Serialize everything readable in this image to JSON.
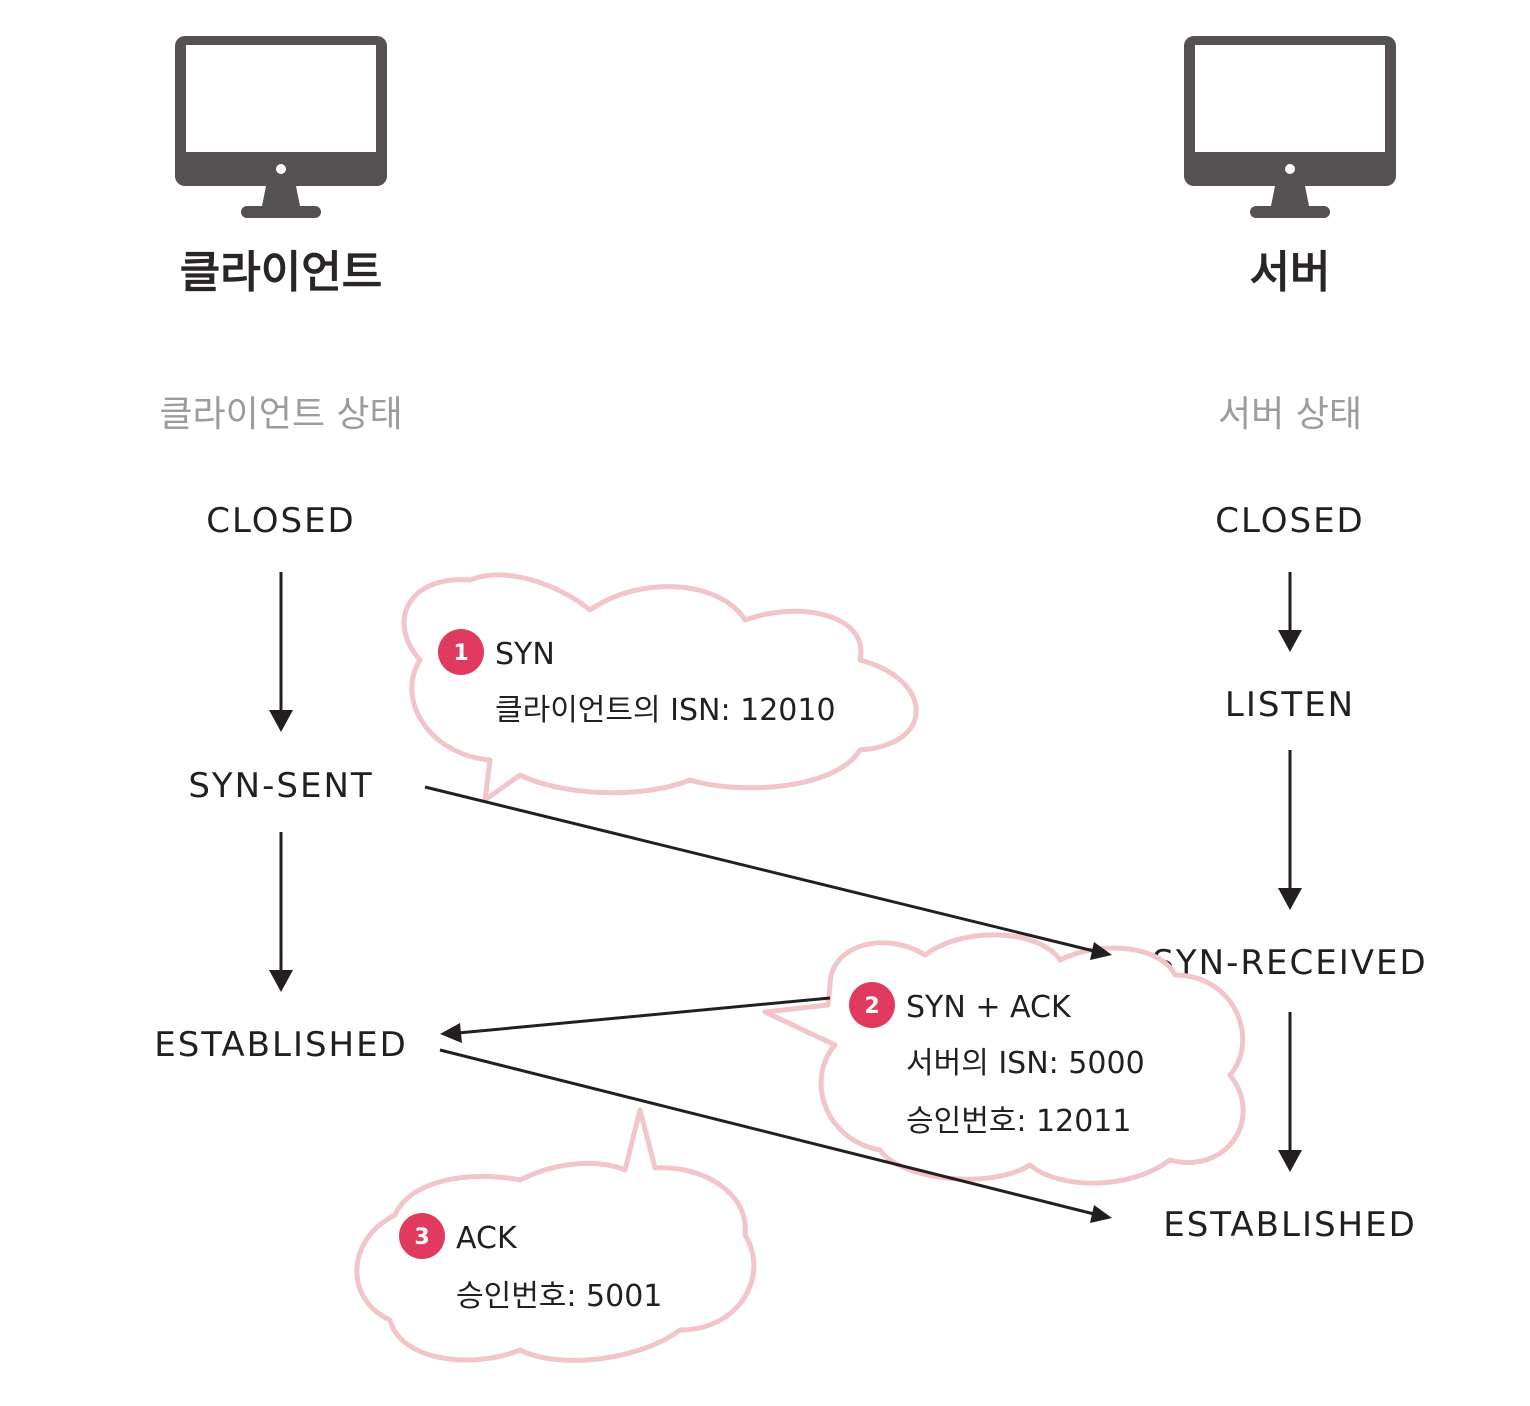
{
  "client": {
    "title": "클라이언트",
    "state_header": "클라이언트 상태",
    "states": [
      "CLOSED",
      "SYN-SENT",
      "ESTABLISHED"
    ]
  },
  "server": {
    "title": "서버",
    "state_header": "서버 상태",
    "states": [
      "CLOSED",
      "LISTEN",
      "SYN-RECEIVED",
      "ESTABLISHED"
    ]
  },
  "messages": [
    {
      "number": "1",
      "label": "SYN",
      "lines": [
        "클라이언트의 ISN: 12010"
      ]
    },
    {
      "number": "2",
      "label": "SYN + ACK",
      "lines": [
        "서버의 ISN: 5000",
        "승인번호: 12011"
      ]
    },
    {
      "number": "3",
      "label": "ACK",
      "lines": [
        "승인번호: 5001"
      ]
    }
  ],
  "colors": {
    "badge": "#e03a5e",
    "bubble_stroke": "#f2c6c8",
    "monitor": "#555152",
    "arrow": "#231f20"
  },
  "icons": [
    "monitor-icon",
    "monitor-icon"
  ]
}
